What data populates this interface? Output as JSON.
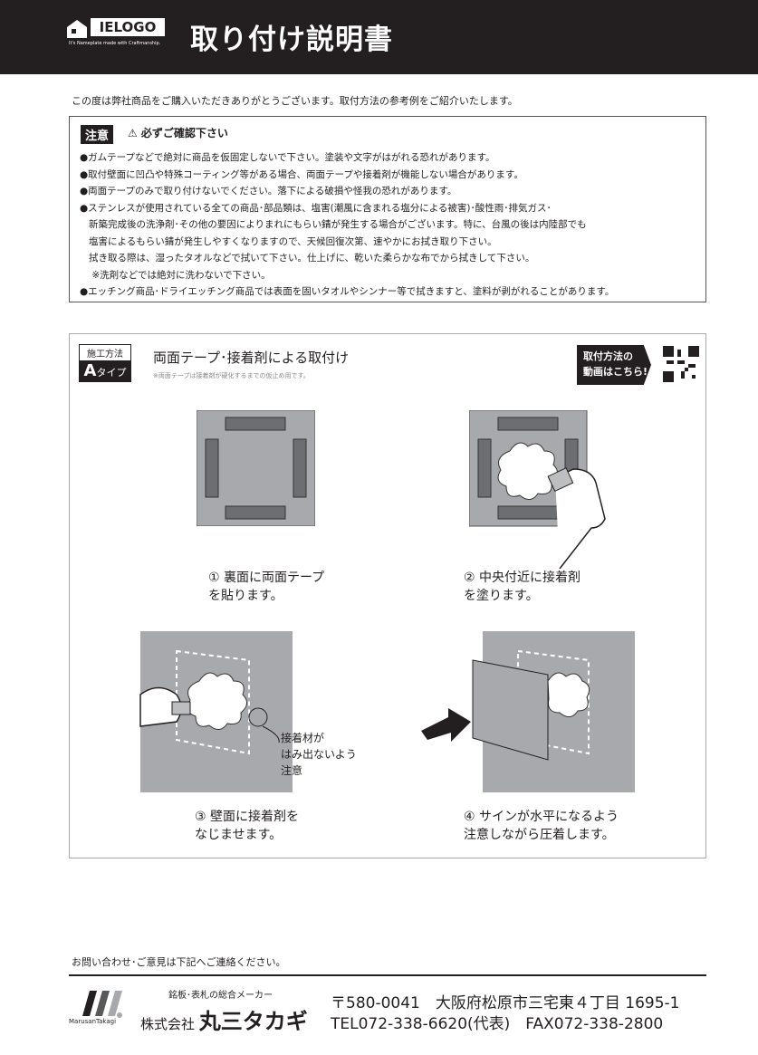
{
  "header": {
    "logo": "IELOGO",
    "tagline": "It's Nameplate made with Craftmanship.",
    "title": "取り付け説明書"
  },
  "intro": "この度は弊社商品をご購入いただきありがとうございます。取付方法の参考例をご紹介いたします。",
  "caution": {
    "badge": "注意",
    "heading": "⚠ 必ずご確認下さい",
    "items": [
      "●ガムテープなどで絶対に商品を仮固定しないで下さい。塗装や文字がはがれる恐れがあります。",
      "●取付壁面に凹凸や特殊コーティング等がある場合、両面テープや接着剤が機能しない場合があります。",
      "●両面テープのみで取り付けないでください。落下による破損や怪我の恐れがあります。",
      "●ステンレスが使用されている全ての商品･部品類は、塩害(潮風に含まれる塩分による被害)･酸性雨･排気ガス･\n   新築完成後の洗浄剤･その他の要因によりまれにもらい錆が発生する場合がございます。特に、台風の後は内陸部でも\n   塩害によるもらい錆が発生しやすくなりますので、天候回復次第、速やかにお拭き取り下さい。\n   拭き取る際は、湿ったタオルなどで拭いて下さい。仕上げに、乾いた柔らかな布でから拭きして下さい。\n    ※洗剤などでは絶対に洗わないで下さい。",
      "●エッチング商品･ドライエッチング商品では表面を固いタオルやシンナー等で拭きますと、塗料が剥がれることがあります。"
    ]
  },
  "method": {
    "badge_top": "施工方法",
    "badge_letter": "A",
    "badge_type": "タイプ",
    "title": "両面テープ･接着剤による取付け",
    "note": "※両面テープは接着剤が硬化するまでの仮止め用です。",
    "video_line1": "取付方法の",
    "video_line2": "動画はこちら!",
    "steps": [
      {
        "num": "①",
        "text": "裏面に両面テープ\nを貼ります。"
      },
      {
        "num": "②",
        "text": "中央付近に接着剤\nを塗ります。"
      },
      {
        "num": "③",
        "text": "壁面に接着剤を\nなじませます。"
      },
      {
        "num": "④",
        "text": "サインが水平になるよう\n注意しながら圧着します。"
      }
    ],
    "callout": "接着材が\nはみ出ないよう\n注意"
  },
  "footer": {
    "note": "お問い合わせ･ご意見は下記へご連絡ください。",
    "logo_text": "MarusanTakagi",
    "sub": "銘板･表札の総合メーカー",
    "company_prefix": "株式会社",
    "company_name": "丸三タカギ",
    "address": "〒580-0041　大阪府松原市三宅東４丁目 1695-1",
    "tel": "TEL072-338-6620(代表)　FAX072-338-2800"
  }
}
